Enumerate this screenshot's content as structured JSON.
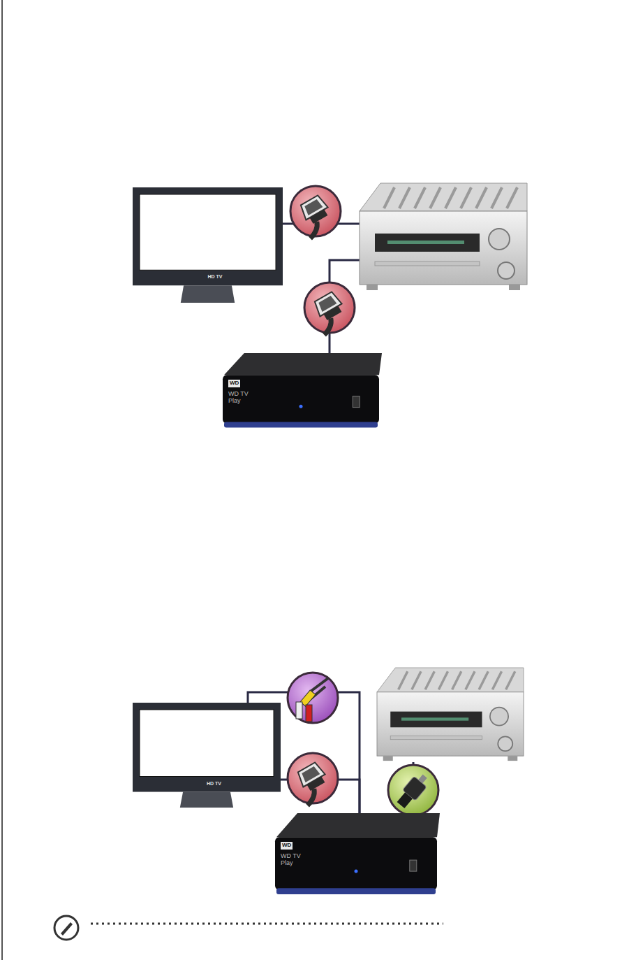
{
  "diagram": {
    "nodes": [
      {
        "text": [
          "HD TV"
        ]
      },
      {
        "text": [
          "WD",
          "WD TV Play"
        ]
      },
      {
        "text": [
          "HD TV"
        ]
      },
      {
        "text": [
          "WD",
          "WD TV Play"
        ]
      }
    ],
    "edges": [
      {
        "from": 3,
        "to": 2,
        "arrow": "none"
      },
      {
        "from": 3,
        "to": 2,
        "arrow": "none"
      }
    ]
  }
}
